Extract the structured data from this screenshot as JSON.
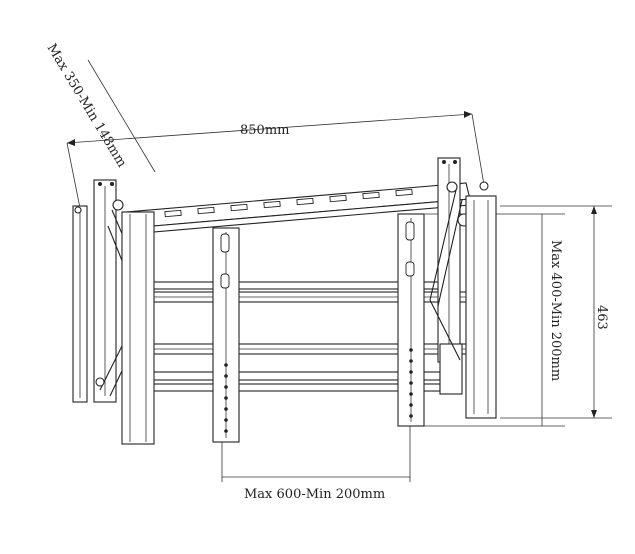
{
  "dimensions": {
    "width_label": "850mm",
    "depth_label": "Max 350-Min 148mm",
    "height_label": "463",
    "vertical_span_label": "Max 400-Min 200mm",
    "horizontal_span_label": "Max 600-Min 200mm"
  },
  "colors": {
    "line": "#222222",
    "background": "#ffffff"
  }
}
